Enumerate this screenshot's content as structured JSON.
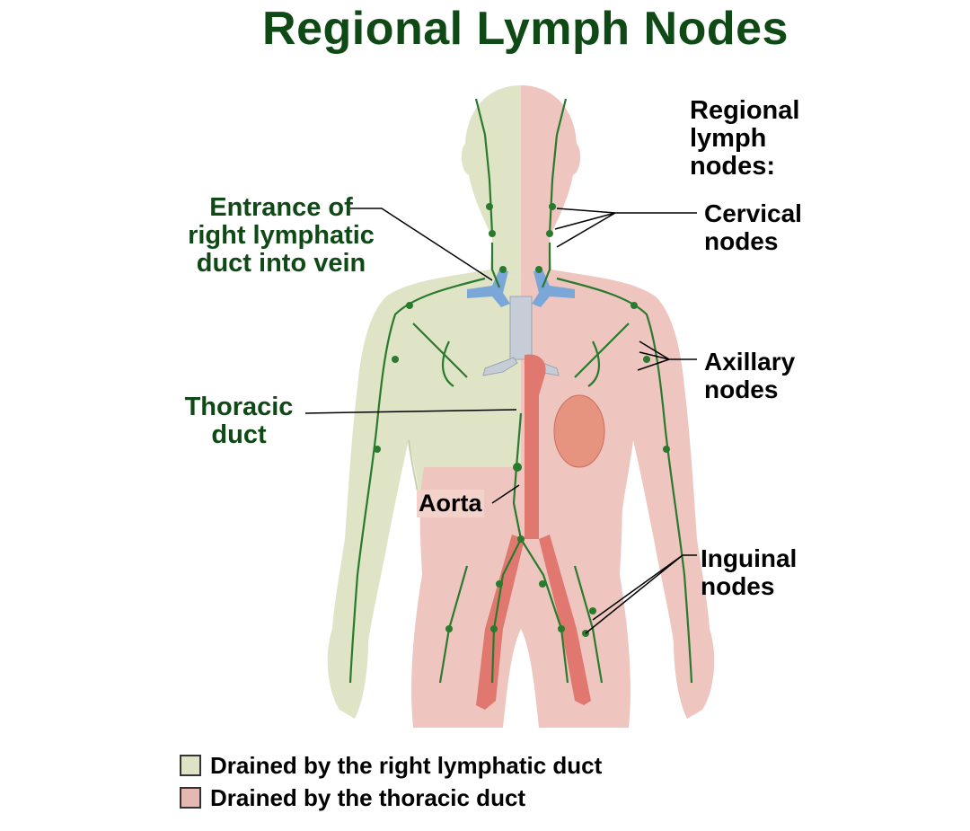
{
  "title": "Regional Lymph Nodes",
  "labels": {
    "entrance": [
      "Entrance of",
      "right lymphatic",
      "duct into vein"
    ],
    "thoracic": [
      "Thoracic",
      "duct"
    ],
    "aorta": "Aorta",
    "regional_header": [
      "Regional",
      "lymph",
      "nodes:"
    ],
    "cervical": [
      "Cervical",
      "nodes"
    ],
    "axillary": [
      "Axillary",
      "nodes"
    ],
    "inguinal": [
      "Inguinal",
      "nodes"
    ]
  },
  "legend": {
    "right": {
      "text": "Drained by the right lymphatic duct",
      "color": "#dde3c4"
    },
    "thoracic": {
      "text": "Drained by the thoracic duct",
      "color": "#e6b8b2"
    }
  },
  "colors": {
    "title": "#0f4a16",
    "vessel": "#2a7a2e",
    "right_region": "#dfe4c6",
    "thoracic_region": "#eec6bf",
    "vein": "#7aa6d8",
    "aorta": "#e07870"
  }
}
